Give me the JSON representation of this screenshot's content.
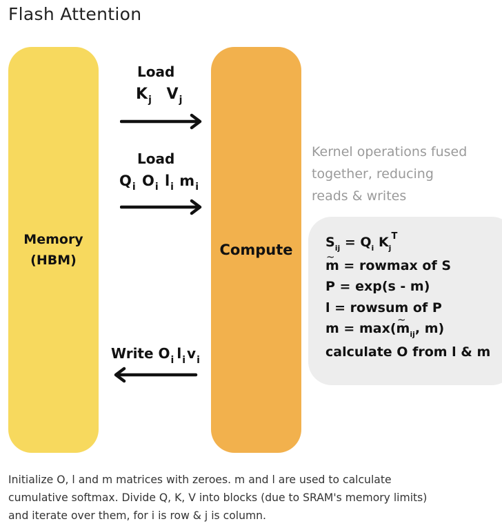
{
  "title": "Flash Attention",
  "colors": {
    "memory": "#f7d95e",
    "compute": "#f2b14d",
    "ops_box": "#ededed",
    "note": "#9a9a9a",
    "arrow": "#111111"
  },
  "memory": {
    "line1": "Memory",
    "line2": "(HBM)"
  },
  "compute": {
    "label": "Compute"
  },
  "load1": {
    "label": "Load",
    "vars": [
      {
        "v": "K",
        "s": "j"
      },
      {
        "v": "V",
        "s": "j"
      }
    ]
  },
  "load2": {
    "label": "Load",
    "vars": [
      {
        "v": "Q",
        "s": "i"
      },
      {
        "v": "O",
        "s": "i"
      },
      {
        "v": "l",
        "s": "i"
      },
      {
        "v": "m",
        "s": "i"
      }
    ]
  },
  "write": {
    "label": "Write",
    "vars": [
      {
        "v": "O",
        "s": "i"
      },
      {
        "v": "l",
        "s": "i"
      },
      {
        "v": "v",
        "s": "i"
      }
    ]
  },
  "note": {
    "line1": "Kernel operations fused",
    "line2": "together, reducing",
    "line3": "reads & writes"
  },
  "ops": {
    "op1": {
      "s": "S",
      "s_sub": "ij",
      "eq": " = Q",
      "q_sub": "i",
      "k": " K",
      "k_sub": "j",
      "k_sup": "T"
    },
    "op2": {
      "tilde": "~",
      "text": "m = rowmax of S"
    },
    "op3": "P = exp(s - m)",
    "op4": "l = rowsum of P",
    "op5": {
      "pre": "m = max(m",
      "tilde": "~",
      "sub": "ij",
      "post": ", m)"
    },
    "op6": "calculate O from l & m"
  },
  "caption": {
    "line1": "Initialize O, l and m matrices with zeroes. m and l are used to calculate",
    "line2": "cumulative softmax. Divide Q, K, V into blocks (due to SRAM's memory limits)",
    "line3": "and iterate over them, for i is row & j is column."
  }
}
